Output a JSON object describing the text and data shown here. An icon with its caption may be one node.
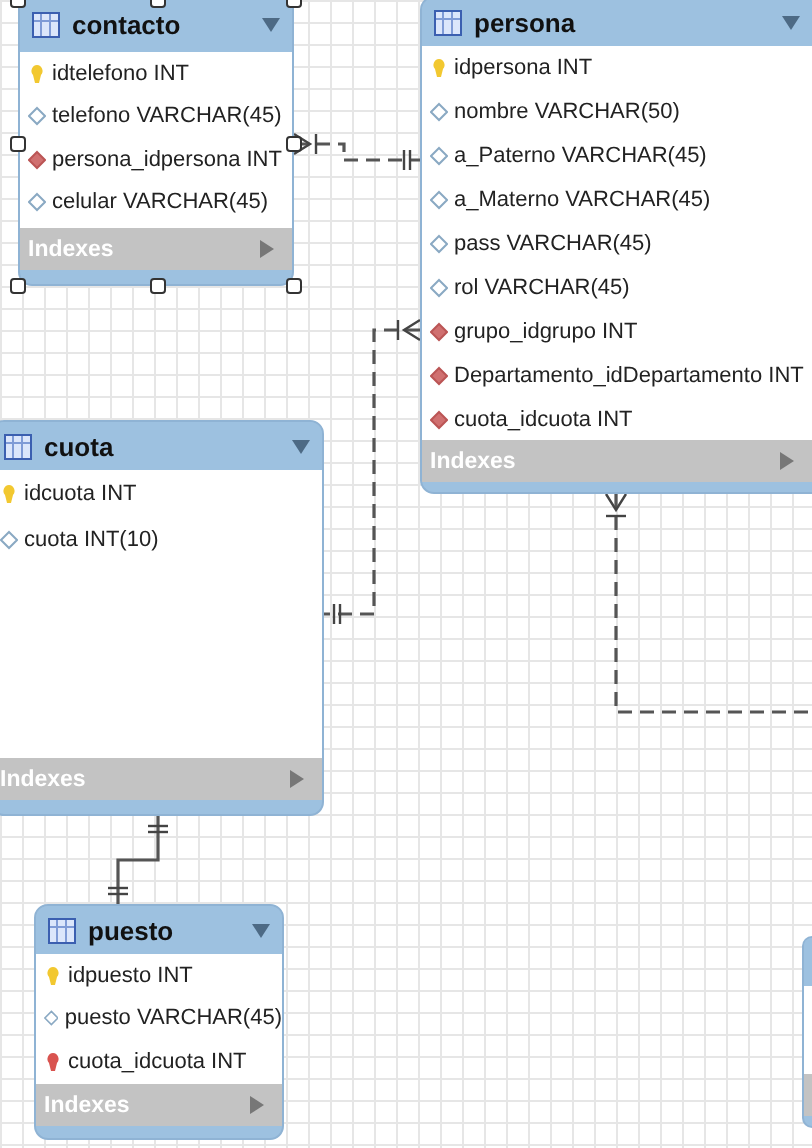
{
  "diagram": {
    "nodes": [
      {
        "text": [
          "contacto",
          "idtelefono INT",
          "telefono VARCHAR(45)",
          "persona_idpersona INT",
          "celular VARCHAR(45)",
          "Indexes"
        ]
      },
      {
        "text": [
          "persona",
          "idpersona INT",
          "nombre VARCHAR(50)",
          "a_Paterno VARCHAR(45)",
          "a_Materno VARCHAR(45)",
          "pass VARCHAR(45)",
          "rol VARCHAR(45)",
          "grupo_idgrupo INT",
          "Departamento_idDepartamento INT",
          "cuota_idcuota INT",
          "Indexes"
        ]
      },
      {
        "text": [
          "cuota",
          "idcuota INT",
          "cuota INT(10)",
          "Indexes"
        ]
      },
      {
        "text": [
          "puesto",
          "idpuesto INT",
          "puesto VARCHAR(45)",
          "cuota_idcuota INT",
          "Indexes"
        ]
      },
      {
        "text": [],
        "shape": "box"
      }
    ],
    "edges": [
      {
        "from": 0,
        "to": 1,
        "arrow": "other",
        "style": "dashed"
      },
      {
        "from": 1,
        "to": 2,
        "arrow": "other",
        "style": "dashed"
      },
      {
        "from": 1,
        "to": null,
        "arrow": "other",
        "style": "dashed"
      },
      {
        "from": 2,
        "to": 3,
        "arrow": "other"
      }
    ]
  }
}
